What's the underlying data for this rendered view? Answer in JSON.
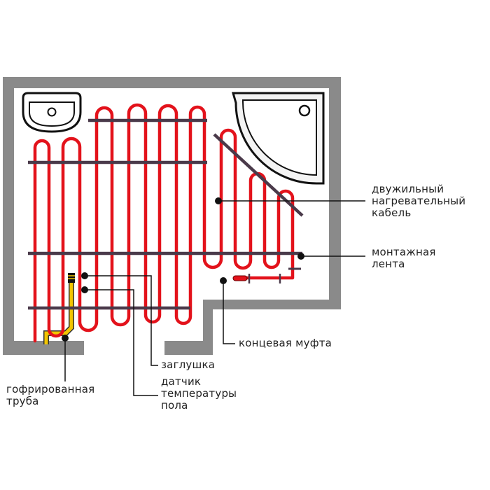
{
  "colors": {
    "wall": "#8a8a8a",
    "cable": "#e3121b",
    "tape": "#4a3a4a",
    "pipe": "#f2c500",
    "leader": "#111111",
    "text": "#222222"
  },
  "labels": {
    "cable": "двужильный\nнагревательный\nкабель",
    "tape": "монтажная\nлента",
    "end_sleeve": "концевая муфта",
    "plug": "заглушка",
    "sensor": "датчик\nтемпературы\nпола",
    "pipe": "гофрированная\nтруба"
  },
  "icons": [
    "sink-icon",
    "shower-tray-icon"
  ]
}
